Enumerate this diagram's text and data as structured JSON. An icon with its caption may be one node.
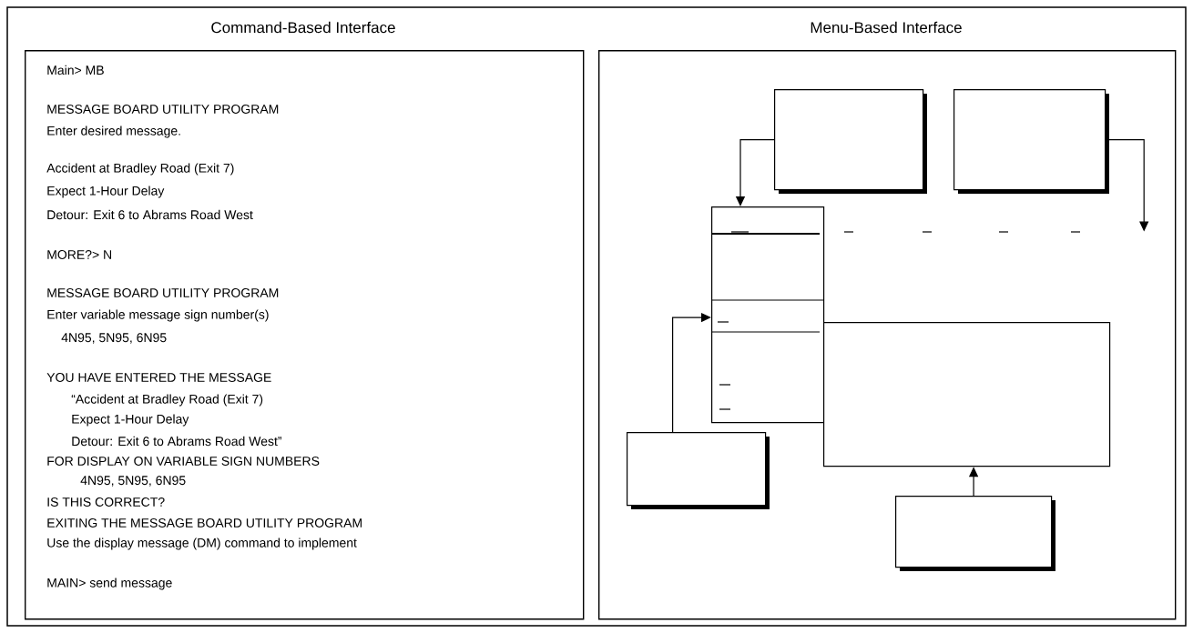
{
  "diagram": {
    "nodes": [
      {
        "text": [
          "Command-Based Interface",
          "Main> MB",
          "MESSAGE BOARD UTILITY PROGRAM",
          "Enter desired message.",
          "Accident at Bradley Road (Exit 7)",
          "Expect 1-Hour Delay",
          "Detour: Exit 6 to Abrams Road West",
          "MORE?> N",
          "MESSAGE BOARD UTILITY PROGRAM",
          "Enter variable message sign number(s)",
          "4N95, 5N95, 6N95",
          "YOU HAVE ENTERED THE MESSAGE",
          "“Accident at Bradley Road (Exit 7)",
          "Expect 1-Hour Delay",
          "Detour: Exit 6 to Abrams Road West”",
          "FOR DISPLAY ON VARIABLE SIGN NUMBERS",
          "4N95, 5N95, 6N95",
          "IS THIS CORRECT?",
          "EXITING THE MESSAGE BOARD UTILITY PROGRAM",
          "Use the display message (DM) command to implement",
          "MAIN> send message"
        ]
      },
      {
        "text": [
          "Menu-Based Interface"
        ]
      },
      {
        "text": [],
        "shape": "box",
        "in": 1
      },
      {
        "text": [],
        "shape": "box",
        "in": 1
      },
      {
        "text": [],
        "shape": "box",
        "in": 1
      },
      {
        "text": [],
        "shape": "box",
        "in": 1
      },
      {
        "text": [],
        "shape": "box",
        "in": 1
      },
      {
        "text": [],
        "shape": "box",
        "in": 1
      }
    ],
    "edges": [
      {
        "from": 2,
        "to": 4,
        "arrow": "to"
      },
      {
        "from": 3,
        "to": null,
        "arrow": "to"
      },
      {
        "from": 6,
        "to": 4,
        "arrow": "to"
      },
      {
        "from": 7,
        "to": 5,
        "arrow": "to"
      }
    ]
  }
}
